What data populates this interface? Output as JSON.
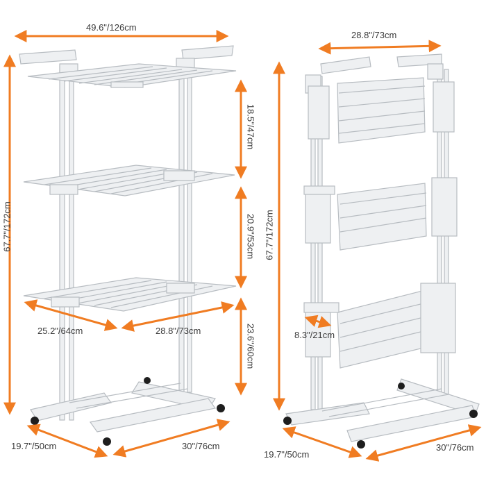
{
  "colors": {
    "dimension_arrow": "#f07c22",
    "rack_frame": "#e9ecef",
    "rack_outline": "#b7bcc1",
    "wheel": "#1e1e1e",
    "text": "#3a3a3a"
  },
  "left_view": {
    "total_width": "49.6\"/126cm",
    "total_height": "67.7\"/172cm",
    "tier_gap_top": "18.5\"/47cm",
    "tier_gap_middle": "20.9\"/53cm",
    "bottom_tier_height": "23.6\"/60cm",
    "wing_width": "25.2\"/64cm",
    "shelf_width": "28.8\"/73cm",
    "base_depth": "19.7\"/50cm",
    "base_width": "30\"/76cm"
  },
  "right_view": {
    "top_width": "28.8\"/73cm",
    "total_height": "67.7\"/172cm",
    "folded_wing_depth": "8.3\"/21cm",
    "base_depth": "19.7\"/50cm",
    "base_width": "30\"/76cm"
  }
}
